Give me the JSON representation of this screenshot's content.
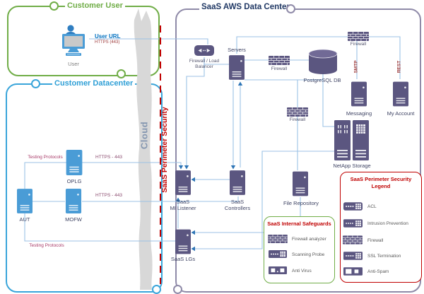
{
  "colors": {
    "customer_user_green": "#70ad47",
    "customer_dc_blue": "#3aa5da",
    "saas_dc_border": "#8f8aa8",
    "saas_dc_title": "#203864",
    "node_purple": "#5b5680",
    "node_blue": "#4a9cd6",
    "perimeter_red": "#c00000",
    "connector_blue": "#9cc2e5",
    "arrow_blue": "#2e75b6",
    "cloud_gray": "#d8d8d8"
  },
  "regions": {
    "customer_user": {
      "title": "Customer User"
    },
    "customer_datacenter": {
      "title": "Customer Datacenter"
    },
    "saas_dc": {
      "title": "SaaS AWS Data Center"
    }
  },
  "banners": {
    "cloud": "Cloud",
    "perimeter": "SaaS Perimeter Security"
  },
  "user": {
    "caption": "User",
    "url_label": "User URL",
    "url_protocol": "HTTPS (443)"
  },
  "nodes": {
    "firewall_lb": "Firewall / Load\nBalancer",
    "servers": "Servers",
    "postgresql_db": "PostgreSQL DB",
    "messaging": "Messaging",
    "my_account": "My Account",
    "netapp_storage": "NetApp Storage",
    "file_repository": "File Repository",
    "saas_mi_listener": "SaaS\nMI Listener",
    "saas_controllers": "SaaS\nControllers",
    "saas_lgs": "SaaS LGs",
    "oplg": "OPLG",
    "aut": "AUT",
    "mofw": "MOFW"
  },
  "edge_labels": {
    "firewall_servers_db": "Firewall",
    "firewall_top_right": "Firewall",
    "firewall_file_repo": "Firewall",
    "smtp": "SMTP",
    "rest": "REST",
    "https_oplg": "HTTPS - 443",
    "https_mofw": "HTTPS - 443",
    "testing_protocols_top": "Testing Protocols",
    "testing_protocols_bottom": "Testing Protocols"
  },
  "legend_internal": {
    "title": "SaaS Internal Safeguards",
    "items": [
      {
        "icon": "firewall-icon",
        "label": "Firewall analyzer"
      },
      {
        "icon": "scanner-icon",
        "label": "Scanning Probe"
      },
      {
        "icon": "antivirus-icon",
        "label": "Anti Virus"
      }
    ]
  },
  "legend_perimeter": {
    "title": "SaaS Perimeter Security\nLegend",
    "items": [
      {
        "icon": "acl-icon",
        "label": "ACL"
      },
      {
        "icon": "intrusion-prevention-icon",
        "label": "Intrusion Prevention"
      },
      {
        "icon": "firewall-icon",
        "label": "Firewall"
      },
      {
        "icon": "ssl-termination-icon",
        "label": "SSL Termination"
      },
      {
        "icon": "anti-spam-icon",
        "label": "Anti-Spam"
      }
    ]
  }
}
